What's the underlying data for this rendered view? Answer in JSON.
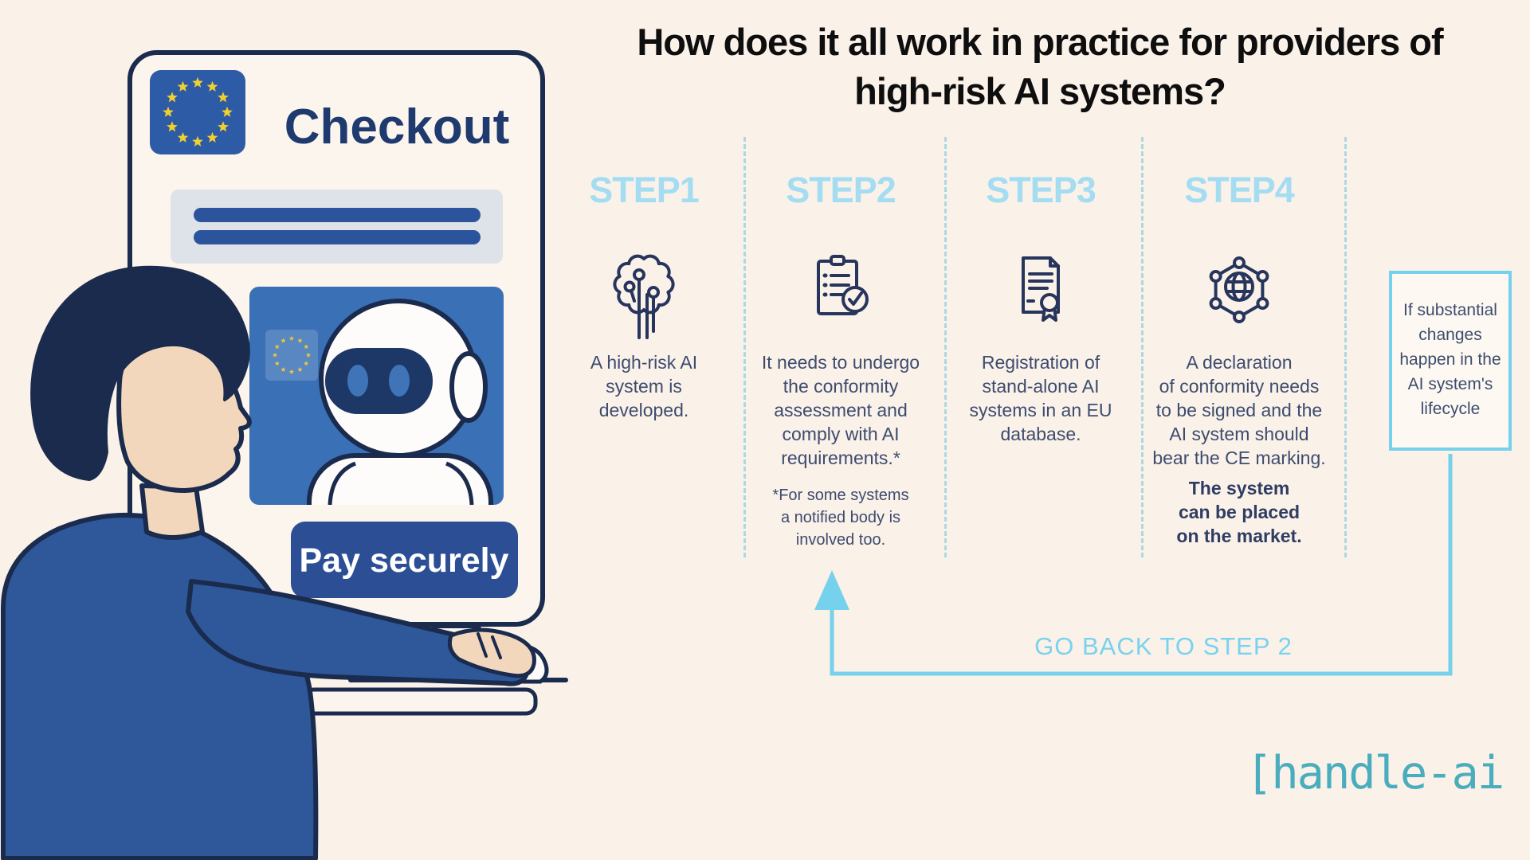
{
  "title": {
    "line1": "How does it all work in practice for providers of",
    "line2": "high-risk AI systems?"
  },
  "checkout_card": {
    "title": "Checkout",
    "pay_button_label": "Pay securely"
  },
  "steps": [
    {
      "label": "STEP1",
      "icon": "ai-circuit-icon",
      "text": "A high-risk AI\nsystem is\ndeveloped."
    },
    {
      "label": "STEP2",
      "icon": "conformity-checklist-icon",
      "text": "It needs to undergo\nthe conformity\nassessment and\ncomply with AI\nrequirements.*",
      "footnote": "*For some systems\na notified body is\ninvolved too."
    },
    {
      "label": "STEP3",
      "icon": "certificate-icon",
      "text": "Registration of\nstand-alone AI\nsystems in an EU\ndatabase."
    },
    {
      "label": "STEP4",
      "icon": "globe-network-icon",
      "text": "A declaration\nof conformity needs\nto be signed and the\nAI system should\nbear the CE marking.",
      "text_bold": "The system\ncan be placed\non the market."
    }
  ],
  "lifecycle_box": {
    "text": "If substantial\nchanges\nhappen in the\nAI system's\nlifecycle"
  },
  "loop_arrow": {
    "label": "GO BACK TO STEP 2"
  },
  "brand": {
    "logo": "[handle-ai"
  },
  "colors": {
    "background": "#faf1e9",
    "navy_outline": "#1b2b4d",
    "text_navy": "#3d4c6e",
    "step_header_blue": "#a4ddf2",
    "accent_cyan": "#76d1ec",
    "logo_teal": "#49adbd",
    "panel_blue": "#3a70b5",
    "flag_blue": "#2e5ba6",
    "star_yellow": "#f0cf2e",
    "button_blue": "#2c4e95",
    "sweater_blue": "#2e5899",
    "skin": "#f3d7bd"
  }
}
